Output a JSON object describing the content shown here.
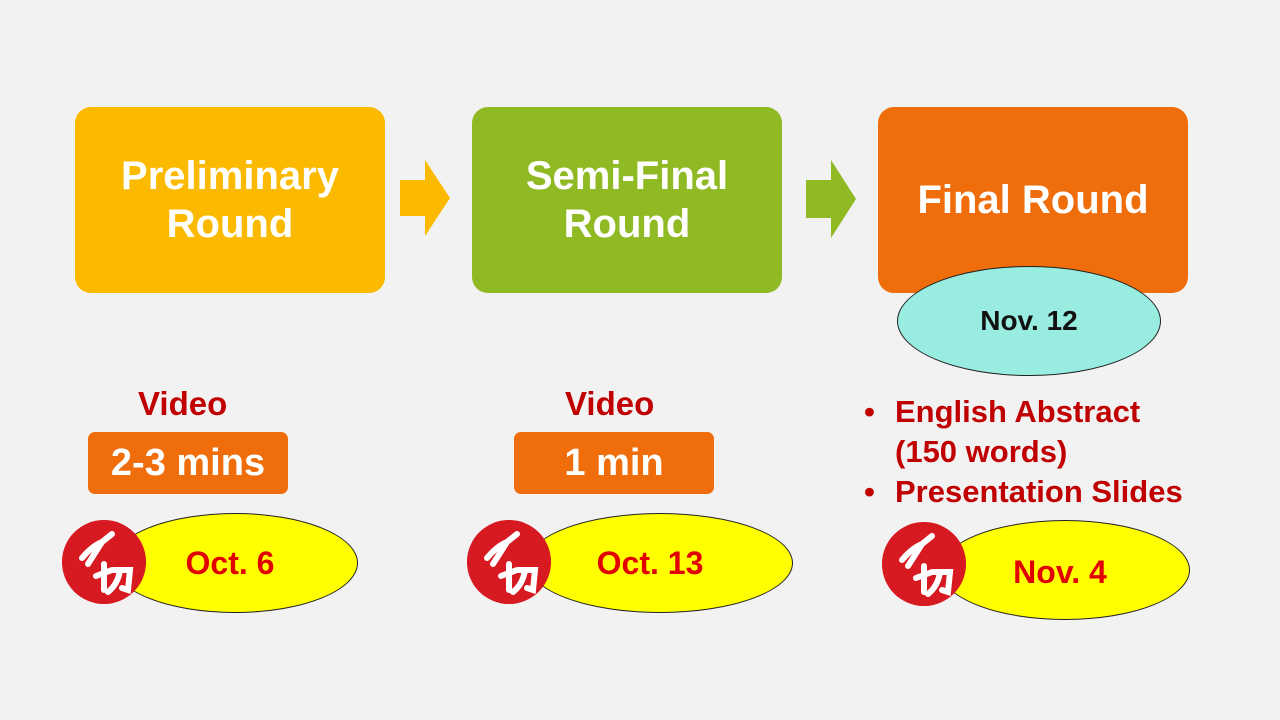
{
  "stages": [
    {
      "label": "Preliminary Round",
      "lines": [
        "Preliminary",
        "Round"
      ],
      "color": "#fbb900"
    },
    {
      "label": "Semi-Final Round",
      "lines": [
        "Semi-Final",
        "Round"
      ],
      "color": "#8fba24"
    },
    {
      "label": "Final Round",
      "lines": [
        "Final Round"
      ],
      "color": "#ef6d0a"
    }
  ],
  "arrow_colors": [
    "#fbb900",
    "#8fba24"
  ],
  "final_date": "Nov. 12",
  "final_date_color": "#98ece0",
  "preliminary": {
    "video_label": "Video",
    "duration": "2-3 mins",
    "deadline": "Oct. 6"
  },
  "semifinal": {
    "video_label": "Video",
    "duration": "1 min",
    "deadline": "Oct. 13"
  },
  "final": {
    "requirements": [
      "English Abstract (150 words)",
      "Presentation Slides"
    ],
    "requirement_lines": [
      [
        "English Abstract",
        "(150 words)"
      ],
      [
        "Presentation Slides"
      ]
    ],
    "bullet": "•",
    "deadline": "Nov. 4"
  },
  "deadline_badge": {
    "text": "〆切",
    "icon": "deadline-stamp-icon",
    "color": "#d71a21"
  },
  "colors": {
    "duration_pill": "#ef6d0a",
    "deadline_ellipse": "#ffff00",
    "red_text": "#c00000"
  }
}
